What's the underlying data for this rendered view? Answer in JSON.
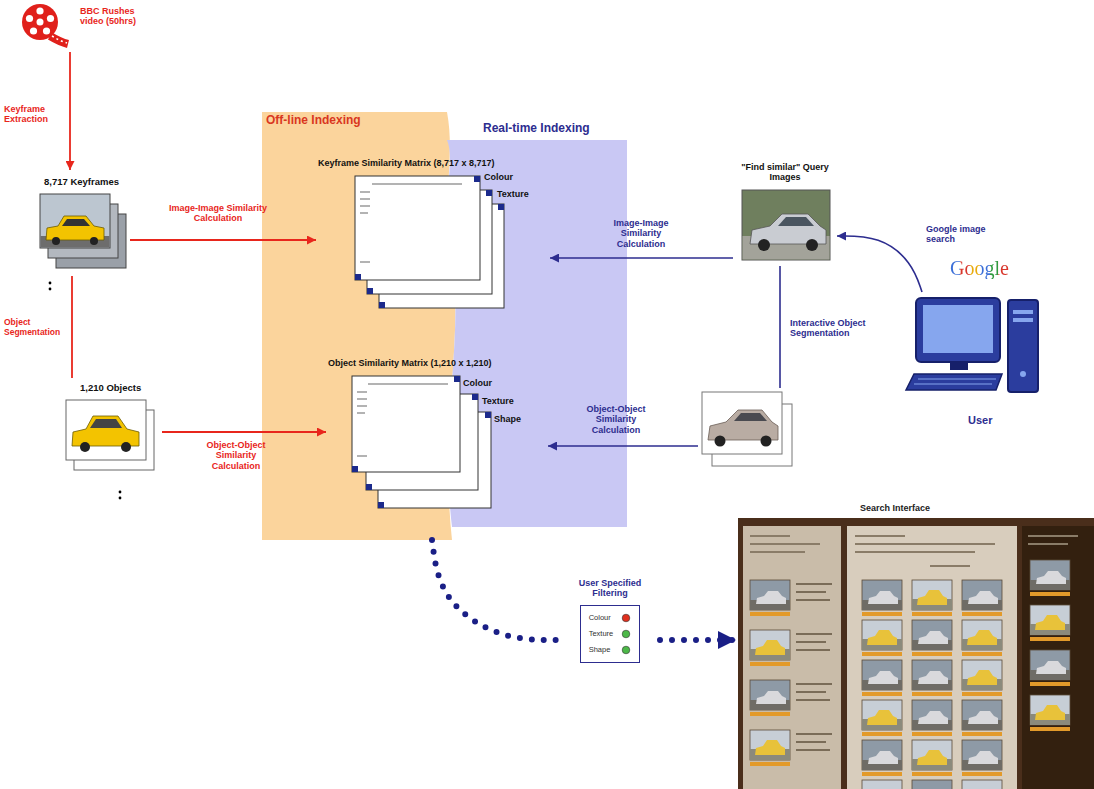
{
  "diagram": {
    "nodes": [
      {
        "text": [
          "BBC Rushes video (50hrs)"
        ]
      },
      {
        "text": [
          "8,717 Keyframes"
        ]
      },
      {
        "text": [
          "1,210 Objects"
        ]
      },
      {
        "text": [
          "Off-line Indexing"
        ]
      },
      {
        "text": [
          "Real-time Indexing"
        ]
      },
      {
        "text": [
          "Keyframe Similarity Matrix (8,717 x 8,717)",
          "Colour",
          "Texture"
        ]
      },
      {
        "text": [
          "Object Similarity Matrix (1,210 x 1,210)",
          "Colour",
          "Texture",
          "Shape"
        ]
      },
      {
        "text": [
          "\"Find similar\" Query Images"
        ]
      },
      {
        "text": []
      },
      {
        "text": [
          "User"
        ]
      },
      {
        "text": [
          "User Specified Filtering",
          "Colour",
          "Texture",
          "Shape"
        ]
      },
      {
        "text": [
          "Search Interface"
        ]
      }
    ],
    "edges": [
      {
        "from": 0,
        "to": 1,
        "arrow": "to",
        "label": "Keyframe Extraction"
      },
      {
        "from": 1,
        "to": 5,
        "arrow": "to",
        "label": "Image-Image Similarity Calculation"
      },
      {
        "from": 1,
        "to": 2,
        "arrow": "none",
        "label": "Object Segmentation"
      },
      {
        "from": 2,
        "to": 6,
        "arrow": "to",
        "label": "Object-Object Similarity Calculation"
      },
      {
        "from": 7,
        "to": 5,
        "arrow": "to",
        "label": "Image-Image Similarity Calculation"
      },
      {
        "from": 7,
        "to": 8,
        "arrow": "none",
        "label": "Interactive Object Segmentation"
      },
      {
        "from": 8,
        "to": 6,
        "arrow": "to",
        "label": "Object-Object Similarity Calculation"
      },
      {
        "from": 9,
        "to": 7,
        "arrow": "to",
        "label": "Google image search"
      },
      {
        "from": 3,
        "to": 10,
        "arrow": "none"
      },
      {
        "from": 10,
        "to": 11,
        "arrow": "to"
      }
    ],
    "labels": [
      "Google"
    ]
  }
}
